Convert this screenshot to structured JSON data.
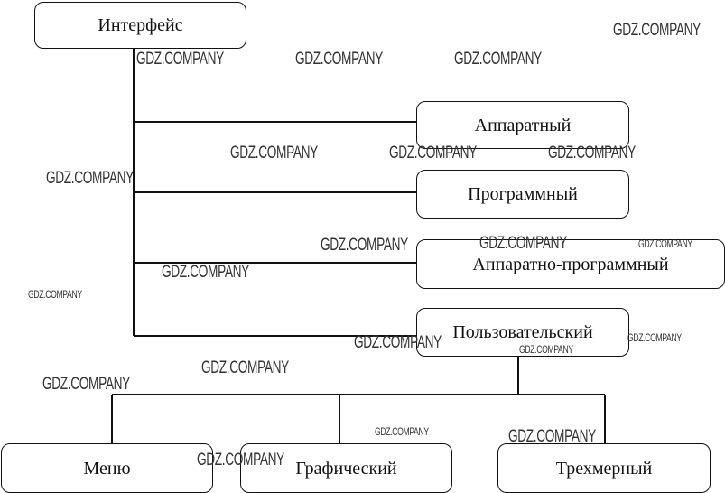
{
  "diagram": {
    "root": "Интерфейс",
    "types": [
      "Аппаратный",
      "Программный",
      "Аппаратно-программный",
      "Пользовательский"
    ],
    "user_subtypes": [
      "Меню",
      "Графический",
      "Трехмерный"
    ]
  },
  "watermark": "GDZ.COMPANY"
}
